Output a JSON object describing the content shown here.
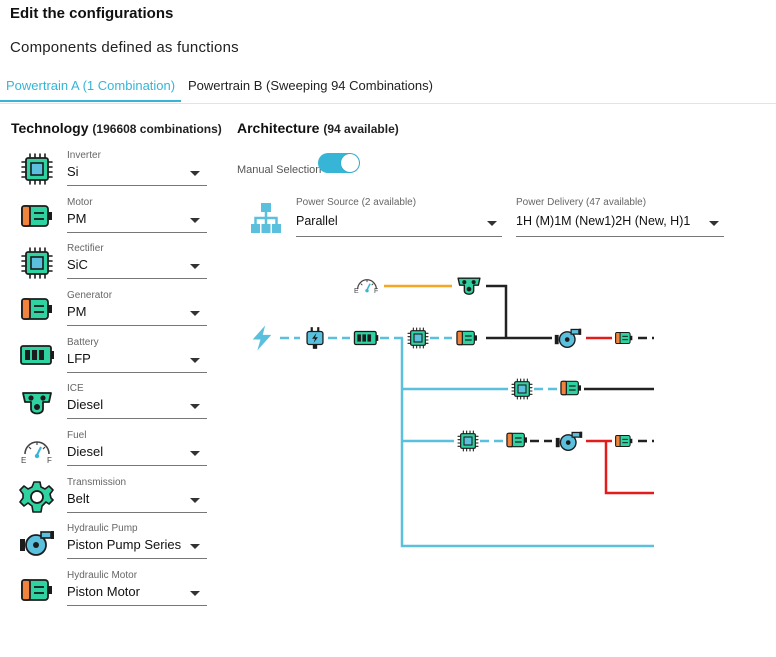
{
  "header": {
    "title": "Edit the configurations",
    "subtitle": "Components defined as functions"
  },
  "tabs": [
    {
      "label": "Powertrain A (1 Combination)",
      "active": true
    },
    {
      "label": "Powertrain B (Sweeping 94 Combinations)",
      "active": false
    }
  ],
  "technology": {
    "title": "Technology",
    "count": "(196608 combinations)",
    "fields": [
      {
        "label": "Inverter",
        "value": "Si",
        "icon": "chip-icon"
      },
      {
        "label": "Motor",
        "value": "PM",
        "icon": "motor-icon"
      },
      {
        "label": "Rectifier",
        "value": "SiC",
        "icon": "chip-icon"
      },
      {
        "label": "Generator",
        "value": "PM",
        "icon": "motor-icon"
      },
      {
        "label": "Battery",
        "value": "LFP",
        "icon": "battery-icon"
      },
      {
        "label": "ICE",
        "value": "Diesel",
        "icon": "engine-icon"
      },
      {
        "label": "Fuel",
        "value": "Diesel",
        "icon": "fuel-gauge-icon"
      },
      {
        "label": "Transmission",
        "value": "Belt",
        "icon": "gear-icon"
      },
      {
        "label": "Hydraulic Pump",
        "value": "Piston Pump Series",
        "icon": "hydraulic-pump-icon"
      },
      {
        "label": "Hydraulic Motor",
        "value": "Piston Motor",
        "icon": "motor-icon"
      }
    ]
  },
  "architecture": {
    "title": "Architecture",
    "count": "(94 available)",
    "manual_selection_label": "Manual Selection",
    "manual_selection_on": true,
    "power_source": {
      "label": "Power Source (2 available)",
      "value": "Parallel"
    },
    "power_delivery": {
      "label": "Power Delivery (47 available)",
      "value": "1H (M)1M (New1)2H (New, H)1..."
    },
    "power_source_icon": "hierarchy-icon",
    "diagram_fuel_gauge_letters": {
      "empty": "E",
      "full": "F"
    }
  },
  "colors": {
    "accent": "#36b5d6",
    "icon_green": "#2fd3a1",
    "icon_dark": "#1c1c1c",
    "motor_orange": "#f0843c",
    "fuel_line": "#f5a623",
    "hydraulic_line": "#e41b1b",
    "mechanical_line": "#222222",
    "electric_line": "#5bc0de"
  }
}
